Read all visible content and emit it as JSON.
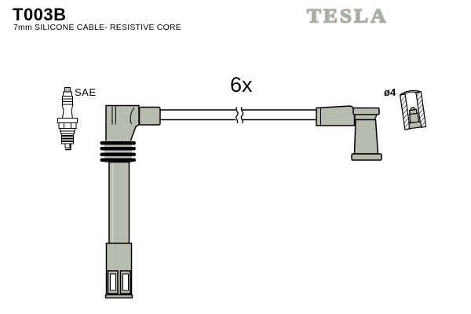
{
  "header": {
    "part_number": "T003B",
    "subtitle": "7mm SILICONE CABLE- RESISTIVE CORE",
    "brand": "TESLA"
  },
  "diagram": {
    "quantity_label": "6x",
    "spark_plug_standard_label": "SAE",
    "terminal_diameter_label": "ø4"
  },
  "colors": {
    "part_fill": "#b6bcae",
    "brand_color": "#a8b0a2",
    "outline": "#000000",
    "background": "#ffffff"
  }
}
